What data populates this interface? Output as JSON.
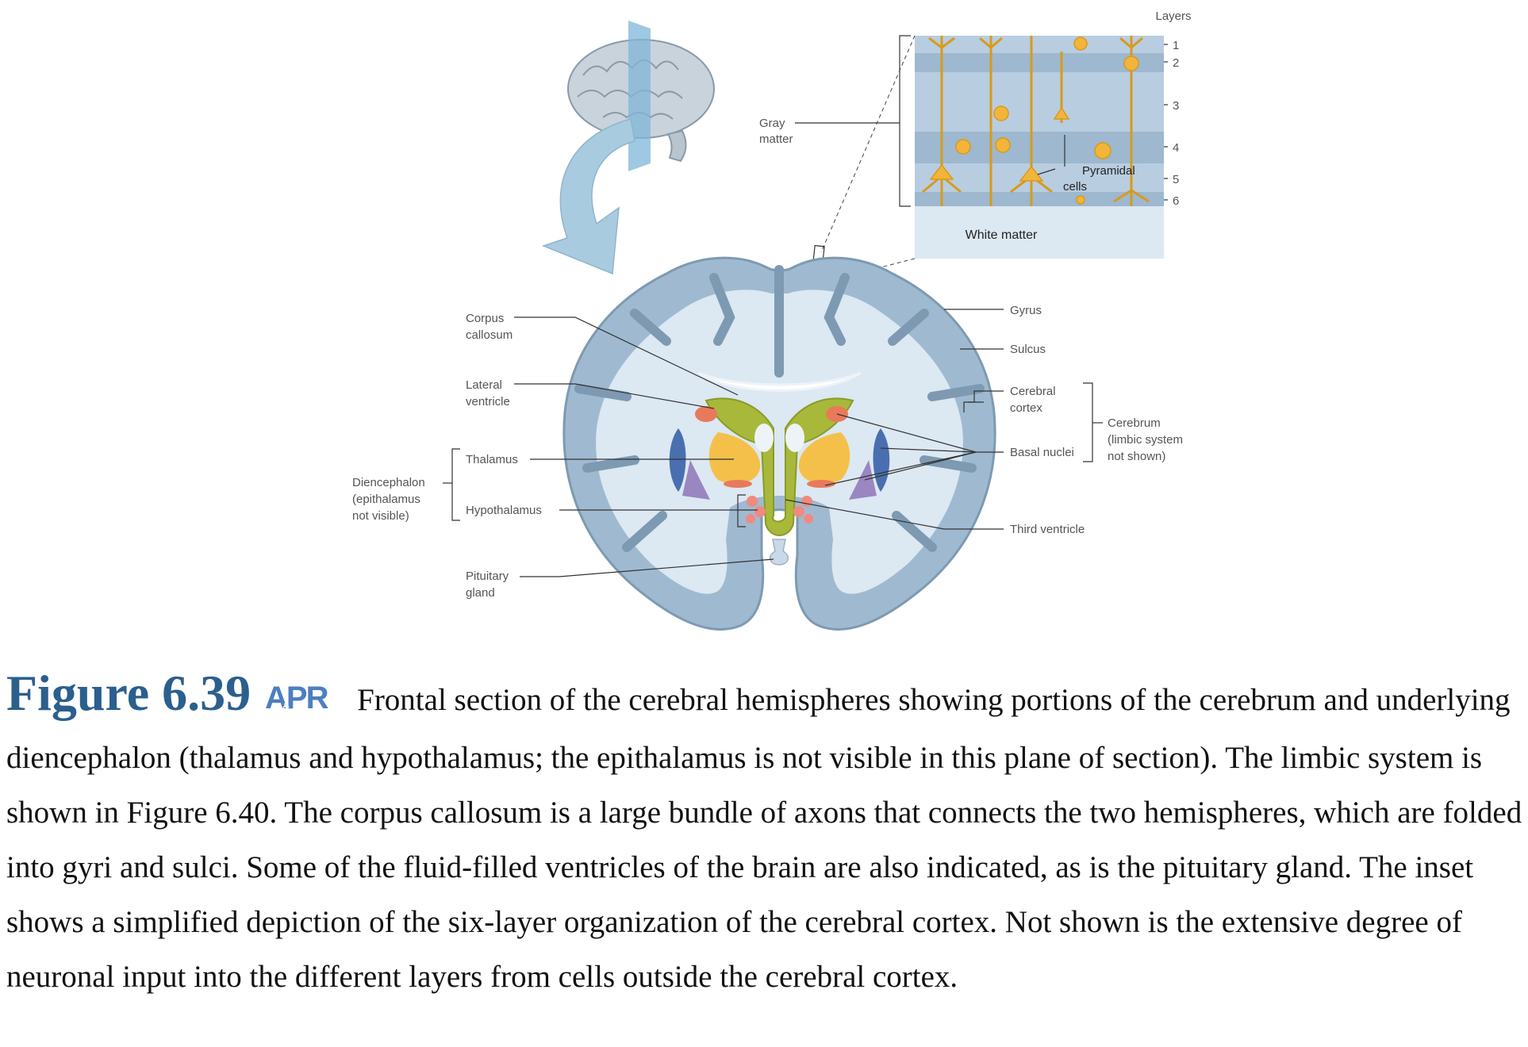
{
  "figure": {
    "labels": {
      "layers_title": "Layers",
      "layer_numbers": [
        "1",
        "2",
        "3",
        "4",
        "5",
        "6"
      ],
      "gray_matter": [
        "Gray",
        "matter"
      ],
      "pyramidal_cells": [
        "Pyramidal",
        "cells"
      ],
      "white_matter": "White matter",
      "corpus_callosum": [
        "Corpus",
        "callosum"
      ],
      "lateral_ventricle": [
        "Lateral",
        "ventricle"
      ],
      "thalamus": "Thalamus",
      "diencephalon": [
        "Diencephalon",
        "(epithalamus",
        "not visible)"
      ],
      "hypothalamus": "Hypothalamus",
      "pituitary_gland": [
        "Pituitary",
        "gland"
      ],
      "gyrus": "Gyrus",
      "sulcus": "Sulcus",
      "cerebral_cortex": [
        "Cerebral",
        "cortex"
      ],
      "basal_nuclei": "Basal nuclei",
      "third_ventricle": "Third ventricle",
      "cerebrum": [
        "Cerebrum",
        "(limbic system",
        "not shown)"
      ]
    },
    "colors": {
      "cortex_gray": "#9fbad0",
      "white_matter": "#dce8f2",
      "ventricle_green": "#a8b83a",
      "thalamus_orange": "#f5c04a",
      "basal_blue": "#4a6fb0",
      "basal_purple": "#9a86c0",
      "hypothalamus_pink": "#f08a80",
      "neuron_gold": "#f2b53a"
    }
  },
  "caption": {
    "figure_number": "Figure 6.39",
    "logo_text": "APR",
    "logo_small": "&",
    "text": "Frontal section of the cerebral hemispheres showing portions of the cerebrum and underlying diencephalon (thalamus and hypothalamus; the epithalamus is not visible in this plane of section). The limbic system is shown in Figure 6.40. The corpus callosum is a large bundle of axons that connects the two hemispheres, which are folded into gyri and sulci. Some of the fluid-filled ventricles of the brain are also indicated, as is the pituitary gland. The inset shows a simplified depiction of the six-layer organization of the cerebral cortex. Not shown is the extensive degree of neuronal input into the different layers from cells outside the cerebral cortex."
  }
}
